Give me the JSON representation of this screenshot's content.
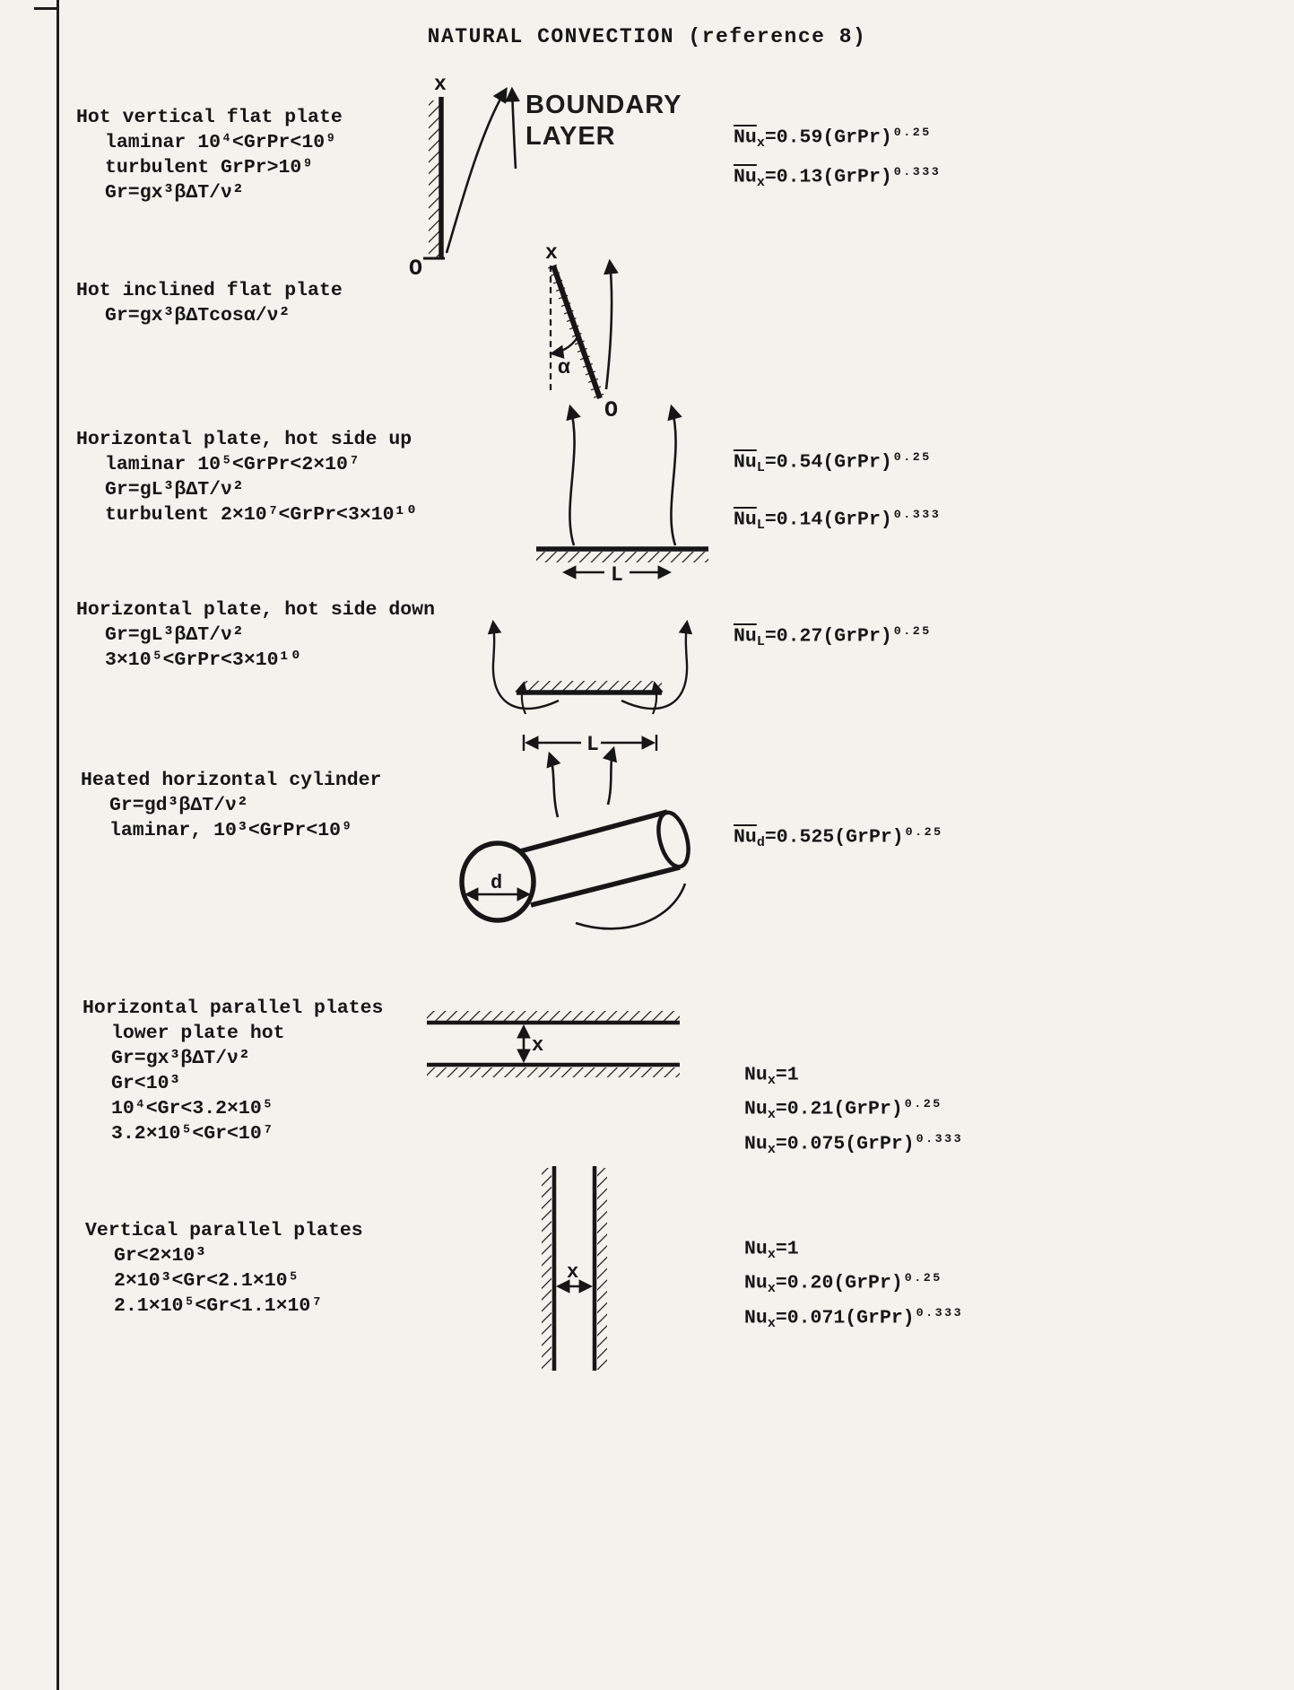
{
  "page": {
    "title": "NATURAL CONVECTION (reference 8)"
  },
  "sections": [
    {
      "heading": "Hot vertical flat plate",
      "lines": [
        "laminar 10⁴<GrPr<10⁹",
        "turbulent GrPr>10⁹",
        "Gr=gx³βΔT/ν²"
      ],
      "equations": [
        {
          "nu": "Nu",
          "sub": "x",
          "body": "=0.59(GrPr)",
          "exp": "0.25"
        },
        {
          "nu": "Nu",
          "sub": "x",
          "body": "=0.13(GrPr)",
          "exp": "0.333"
        }
      ]
    },
    {
      "heading": "Hot inclined flat plate",
      "lines": [
        "Gr=gx³βΔTcosα/ν²"
      ],
      "equations": []
    },
    {
      "heading": "Horizontal plate, hot side up",
      "lines": [
        "laminar 10⁵<GrPr<2×10⁷",
        "Gr=gL³βΔT/ν²",
        "turbulent 2×10⁷<GrPr<3×10¹⁰"
      ],
      "equations": [
        {
          "nu": "Nu",
          "sub": "L",
          "body": "=0.54(GrPr)",
          "exp": "0.25"
        },
        {
          "nu": "Nu",
          "sub": "L",
          "body": "=0.14(GrPr)",
          "exp": "0.333"
        }
      ]
    },
    {
      "heading": "Horizontal plate, hot side down",
      "lines": [
        "Gr=gL³βΔT/ν²",
        "3×10⁵<GrPr<3×10¹⁰"
      ],
      "equations": [
        {
          "nu": "Nu",
          "sub": "L",
          "body": "=0.27(GrPr)",
          "exp": "0.25"
        }
      ]
    },
    {
      "heading": "Heated horizontal cylinder",
      "lines": [
        "Gr=gd³βΔT/ν²",
        "laminar, 10³<GrPr<10⁹"
      ],
      "equations": [
        {
          "nu": "Nu",
          "sub": "d",
          "body": "=0.525(GrPr)",
          "exp": "0.25"
        }
      ]
    },
    {
      "heading": "Horizontal parallel plates",
      "lines": [
        "lower plate hot",
        "Gr=gx³βΔT/ν²",
        "Gr<10³",
        "10⁴<Gr<3.2×10⁵",
        "3.2×10⁵<Gr<10⁷"
      ],
      "equations": [
        {
          "nu": "Nu",
          "sub": "x",
          "body": "=1",
          "exp": ""
        },
        {
          "nu": "Nu",
          "sub": "x",
          "body": "=0.21(GrPr)",
          "exp": "0.25"
        },
        {
          "nu": "Nu",
          "sub": "x",
          "body": "=0.075(GrPr)",
          "exp": "0.333"
        }
      ]
    },
    {
      "heading": "Vertical parallel plates",
      "lines": [
        "Gr<2×10³",
        "2×10³<Gr<2.1×10⁵",
        "2.1×10⁵<Gr<1.1×10⁷"
      ],
      "equations": [
        {
          "nu": "Nu",
          "sub": "x",
          "body": "=1",
          "exp": ""
        },
        {
          "nu": "Nu",
          "sub": "x",
          "body": "=0.20(GrPr)",
          "exp": "0.25"
        },
        {
          "nu": "Nu",
          "sub": "x",
          "body": "=0.071(GrPr)",
          "exp": "0.333"
        }
      ]
    }
  ],
  "diagrams": {
    "vertical_plate": {
      "axis_label": "x",
      "origin_label": "O",
      "callout_line1": "BOUNDARY",
      "callout_line2": "LAYER"
    },
    "inclined_plate": {
      "axis_label": "x",
      "angle_label": "α",
      "origin_label": "O"
    },
    "plate_hot_side_up": {
      "dim_label": "L"
    },
    "plate_hot_side_down": {
      "dim_label": "L"
    },
    "cylinder": {
      "dim_label": "d"
    },
    "horizontal_parallel_plates": {
      "gap_label": "x"
    },
    "vertical_parallel_plates": {
      "gap_label": "x"
    }
  }
}
